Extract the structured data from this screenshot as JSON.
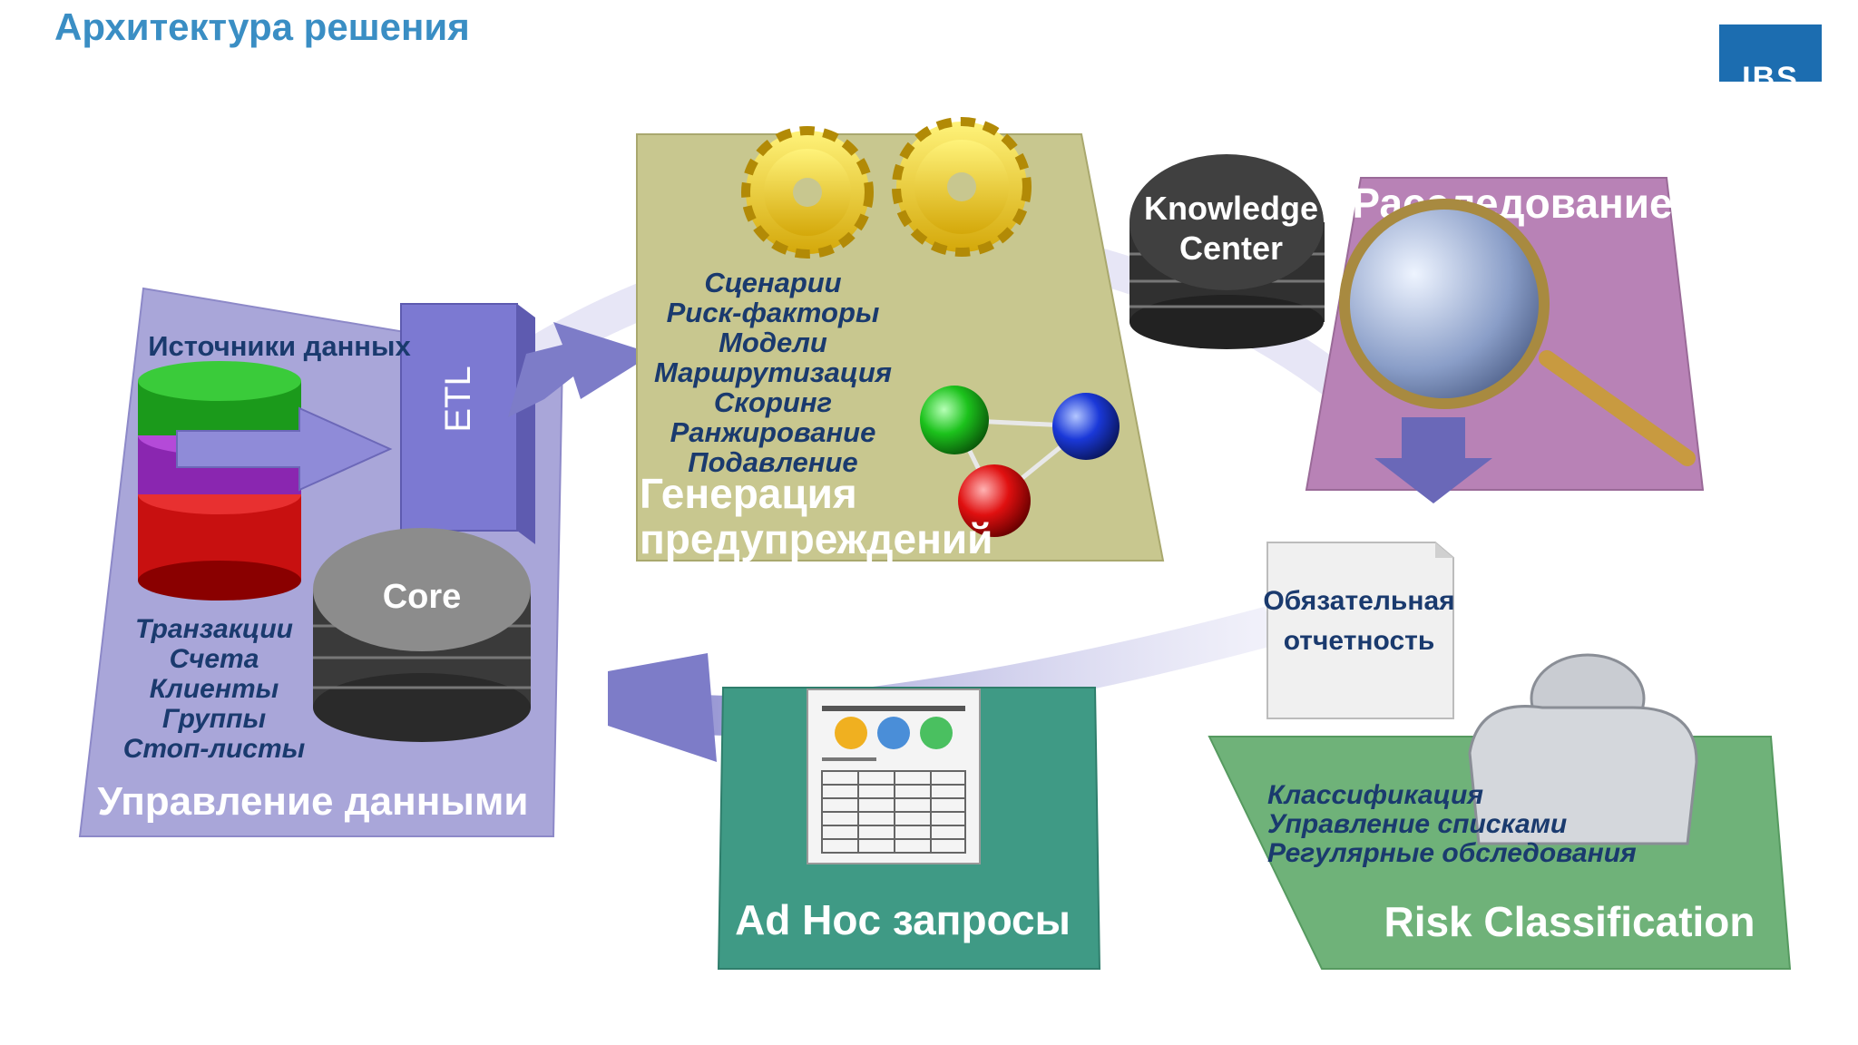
{
  "title": "Архитектура решения",
  "logo": {
    "text": "IBS"
  },
  "data_management": {
    "sources_label": "Источники данных",
    "etl_label": "ETL",
    "core_label": "Core",
    "items": [
      "Транзакции",
      "Счета",
      "Клиенты",
      "Группы",
      "Стоп-листы"
    ],
    "panel_label": "Управление данными"
  },
  "alert_generation": {
    "items": [
      "Сценарии",
      "Риск-факторы",
      "Модели",
      "Маршрутизация",
      "Скоринг",
      "Ранжирование",
      "Подавление"
    ],
    "panel_label_line1": "Генерация",
    "panel_label_line2": "предупреждений"
  },
  "knowledge_center": {
    "line1": "Knowledge",
    "line2": "Center"
  },
  "investigation": {
    "panel_label": "Расследование"
  },
  "reporting": {
    "line1": "Обязательная",
    "line2": "отчетность"
  },
  "risk_classification": {
    "items": [
      "Классификация",
      "Управление списками",
      "Регулярные обследования"
    ],
    "panel_label": "Risk Classification"
  },
  "adhoc": {
    "panel_label": "Ad Hoc запросы"
  },
  "colors": {
    "title": "#3a8ec4",
    "logo": "#1c6db0",
    "data_panel": "#a9a6d9",
    "alert_panel": "#c8c78f",
    "investigation_panel": "#b882b6",
    "adhoc_panel": "#3f9a85",
    "risk_panel": "#6fb279",
    "item_text": "#1a3a6e",
    "arrow": "#7d7cc8"
  }
}
